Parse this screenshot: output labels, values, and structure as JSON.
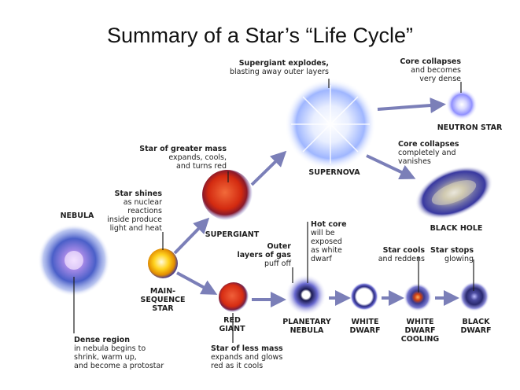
{
  "title": "Summary of a Star’s “Life Cycle”",
  "stages": {
    "nebula": "NEBULA",
    "main_sequence": [
      "MAIN-",
      "SEQUENCE",
      "STAR"
    ],
    "supergiant": "SUPERGIANT",
    "supernova": "SUPERNOVA",
    "neutron_star": "NEUTRON STAR",
    "black_hole": "BLACK HOLE",
    "red_giant": [
      "RED",
      "GIANT"
    ],
    "planetary_nebula": [
      "PLANETARY",
      "NEBULA"
    ],
    "white_dwarf": [
      "WHITE",
      "DWARF"
    ],
    "white_dwarf_cooling": [
      "WHITE",
      "DWARF",
      "COOLING"
    ],
    "black_dwarf": [
      "BLACK",
      "DWARF"
    ]
  },
  "annotations": {
    "supergiant_explodes": {
      "bold": "Supergiant explodes,",
      "rest": [
        "blasting away outer layers"
      ]
    },
    "core_collapses_dense": {
      "bold": "Core collapses",
      "rest": [
        "and becomes",
        "very dense"
      ]
    },
    "core_collapses_vanish": {
      "bold": "Core collapses",
      "rest": [
        "completely and",
        "vanishes"
      ]
    },
    "greater_mass": {
      "bold": "Star of greater mass",
      "rest": [
        "expands, cools,",
        "and turns red"
      ]
    },
    "star_shines": {
      "bold": "Star shines",
      "rest": [
        "as nuclear",
        "reactions",
        "inside produce",
        "light and heat"
      ]
    },
    "outer_layers": {
      "bold": "Outer",
      "bold2": "layers of gas",
      "rest": [
        "puff off"
      ]
    },
    "hot_core": {
      "bold": "Hot core",
      "rest": [
        "will be",
        "exposed",
        "as white",
        "dwarf"
      ]
    },
    "star_cools": {
      "bold": "Star cools",
      "rest": [
        "and reddens"
      ]
    },
    "star_stops": {
      "bold": "Star stops",
      "rest": [
        "glowing"
      ]
    },
    "dense_region": {
      "bold": "Dense region",
      "rest": [
        "in nebula begins to",
        "shrink, warm up,",
        "and become a protostar"
      ]
    },
    "less_mass": {
      "bold": "Star of less mass",
      "rest": [
        "expands and glows",
        "red as it cools"
      ]
    }
  },
  "colors": {
    "arrow": "#7b7fb8",
    "nebula": "#4a5fc8",
    "main_sequence": "#ffd21e",
    "supergiant": "#d32a10",
    "supernova_glow": "#9fb6ff",
    "neutron": "#8f8fff",
    "red_giant": "#d62c12",
    "planetary_nebula": "#6a6ad0",
    "white_dwarf": "#ffffff",
    "black_dwarf": "#4b4ba0"
  }
}
